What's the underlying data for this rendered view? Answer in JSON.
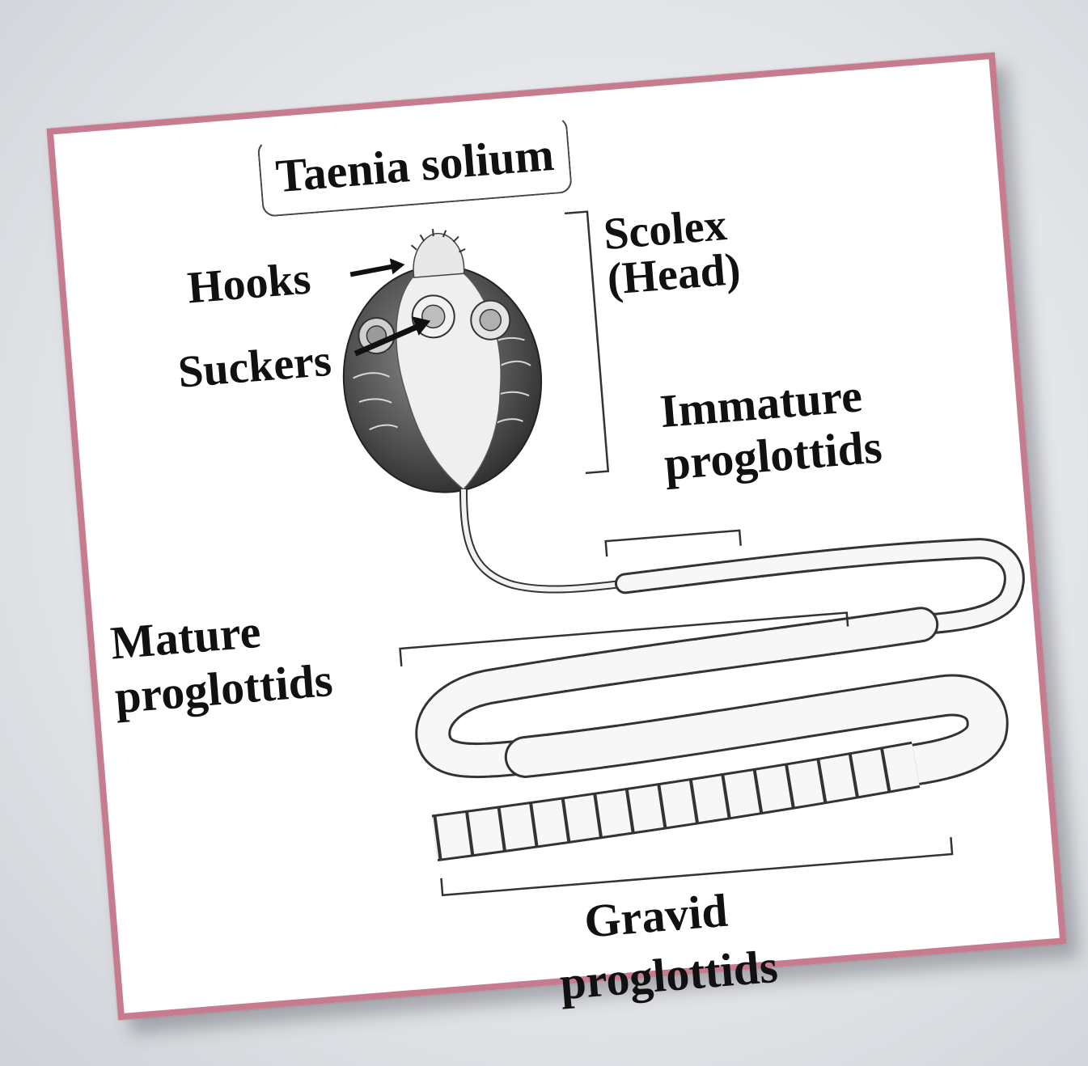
{
  "title": "Taenia solium",
  "labels": {
    "hooks": "Hooks",
    "suckers": "Suckers",
    "scolex_line1": "Scolex",
    "scolex_line2": "(Head)",
    "immature_line1": "Immature",
    "immature_line2": "proglottids",
    "mature_line1": "Mature",
    "mature_line2": "proglottids",
    "gravid_line1": "Gravid",
    "gravid_line2": "proglottids"
  },
  "colors": {
    "frame": "#c77b8e",
    "ink": "#111111"
  }
}
